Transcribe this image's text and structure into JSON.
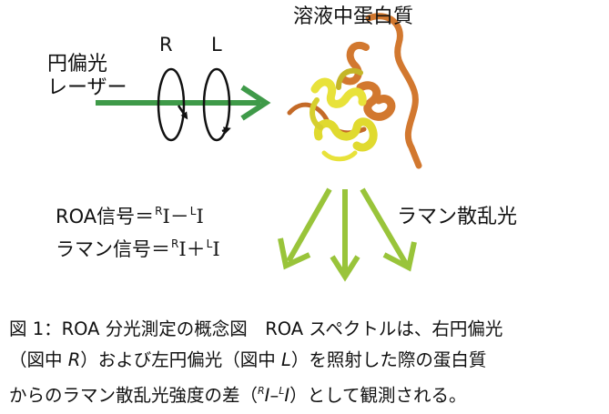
{
  "diagram": {
    "protein_label": "溶液中蛋白質",
    "laser_label_line1": "円偏光",
    "laser_label_line2": "レーザー",
    "pol_right": "R",
    "pol_left": "L",
    "scatter_label": "ラマン散乱光",
    "roa_formula": {
      "prefix": "ROA信号＝",
      "sup1": "R",
      "base1": "I",
      "op": "－",
      "sup2": "L",
      "base2": "I"
    },
    "raman_formula": {
      "prefix": "ラマン信号＝",
      "sup1": "R",
      "base1": "I",
      "op": "＋",
      "sup2": "L",
      "base2": "I"
    },
    "colors": {
      "laser_arrow": "#3f9a49",
      "scatter_arrows": "#99c43a",
      "helix_yellow": "#e8e23a",
      "helix_orange": "#d2782f"
    }
  },
  "caption": {
    "line1": "図 1：ROA 分光測定の概念図　ROA スペクトルは、右円偏光",
    "line2_a": "（図中 ",
    "line2_r": "R",
    "line2_b": "）および左円偏光（図中 ",
    "line2_l": "L",
    "line2_c": "）を照射した際の蛋白質",
    "line3_a": "からのラマン散乱光強度の差（",
    "line3_sup1": "R",
    "line3_i1": "I",
    "line3_dash": "–",
    "line3_sup2": "L",
    "line3_i2": "I",
    "line3_b": "）として観測される。"
  }
}
